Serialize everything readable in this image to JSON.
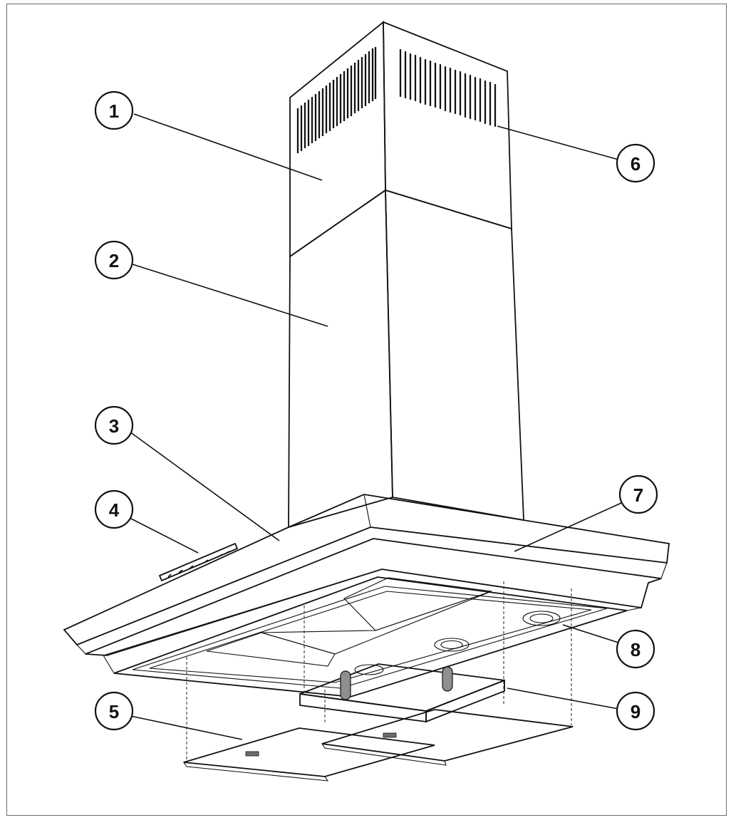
{
  "diagram": {
    "colors": {
      "line": "#111111",
      "filter_gray": "#b9b9b9",
      "carbon_filter_gray": "#bdbdbd",
      "trim_gray": "#d9d9d9",
      "background": "#ffffff"
    },
    "callouts": [
      {
        "id": "1",
        "label": "1"
      },
      {
        "id": "2",
        "label": "2"
      },
      {
        "id": "3",
        "label": "3"
      },
      {
        "id": "4",
        "label": "4"
      },
      {
        "id": "5",
        "label": "5"
      },
      {
        "id": "6",
        "label": "6"
      },
      {
        "id": "7",
        "label": "7"
      },
      {
        "id": "8",
        "label": "8"
      },
      {
        "id": "9",
        "label": "9"
      }
    ]
  }
}
